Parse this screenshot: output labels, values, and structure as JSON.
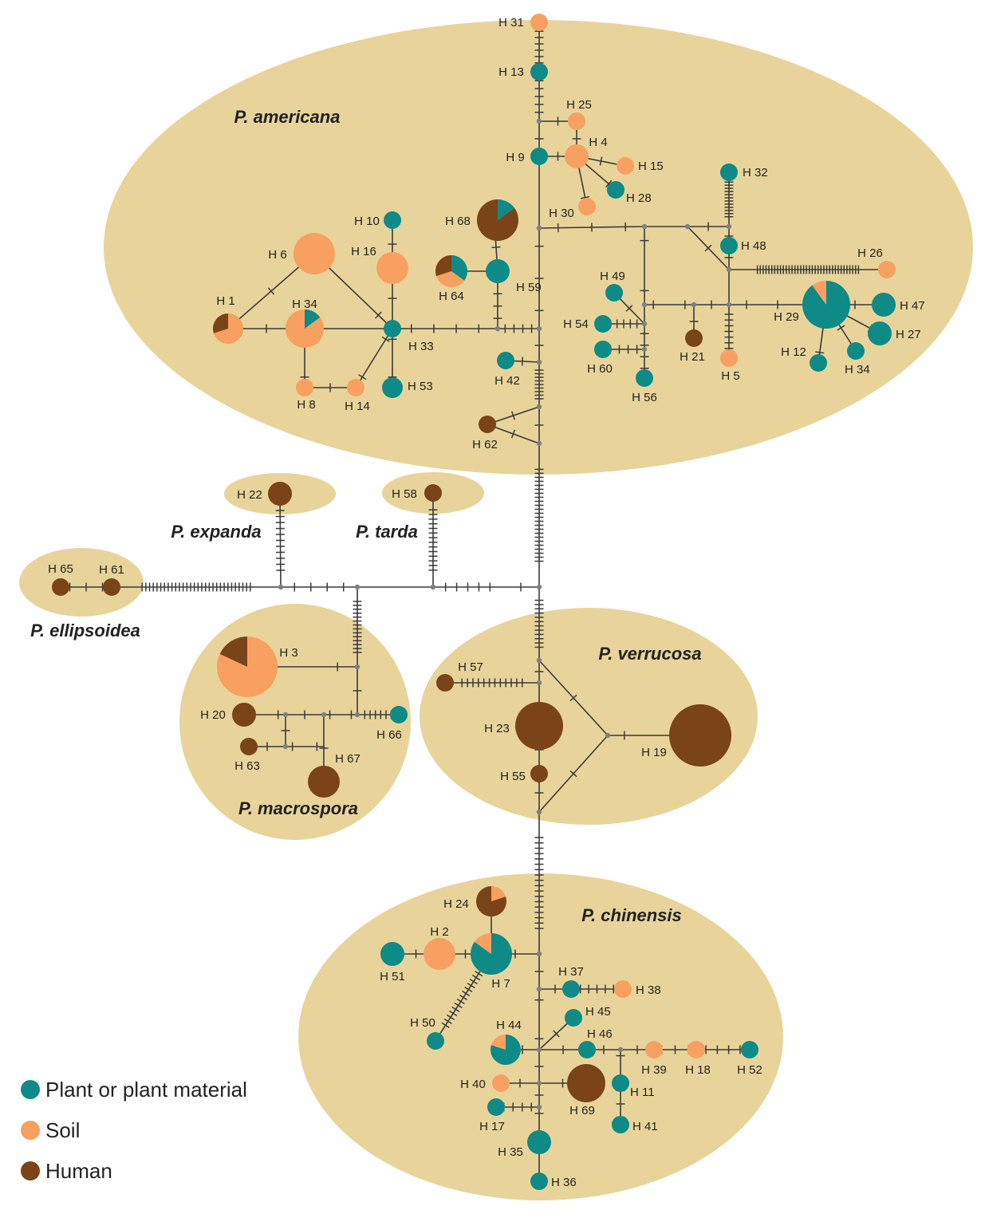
{
  "colors": {
    "plant": "#0e8a87",
    "soil": "#f7a060",
    "human": "#7a4318",
    "region": "#e8d49a",
    "line": "#3a3a3a",
    "node": "#808080"
  },
  "legend": [
    {
      "key": "plant",
      "label": "Plant or plant material"
    },
    {
      "key": "soil",
      "label": "Soil"
    },
    {
      "key": "human",
      "label": "Human"
    }
  ],
  "species": [
    {
      "id": "americana",
      "label": "P. americana"
    },
    {
      "id": "expanda",
      "label": "P. expanda"
    },
    {
      "id": "tarda",
      "label": "P. tarda"
    },
    {
      "id": "ellipsoidea",
      "label": "P. ellipsoidea"
    },
    {
      "id": "macrospora",
      "label": "P. macrospora"
    },
    {
      "id": "verrucosa",
      "label": "P. verrucosa"
    },
    {
      "id": "chinensis",
      "label": "P. chinensis"
    }
  ],
  "haplotypes": [
    {
      "id": "H 31",
      "comp": {
        "soil": 1
      }
    },
    {
      "id": "H 13",
      "comp": {
        "plant": 1
      }
    },
    {
      "id": "H 25",
      "comp": {
        "soil": 1
      }
    },
    {
      "id": "H 9",
      "comp": {
        "plant": 1
      }
    },
    {
      "id": "H 4",
      "comp": {
        "soil": 1
      }
    },
    {
      "id": "H 15",
      "comp": {
        "soil": 1
      }
    },
    {
      "id": "H 28",
      "comp": {
        "plant": 1
      }
    },
    {
      "id": "H 30",
      "comp": {
        "soil": 1
      }
    },
    {
      "id": "H 32",
      "comp": {
        "plant": 1
      }
    },
    {
      "id": "H 48",
      "comp": {
        "plant": 1
      }
    },
    {
      "id": "H 26",
      "comp": {
        "soil": 1
      }
    },
    {
      "id": "H 10",
      "comp": {
        "plant": 1
      }
    },
    {
      "id": "H 68",
      "comp": {
        "human": 0.85,
        "plant": 0.15
      }
    },
    {
      "id": "H 6",
      "comp": {
        "soil": 1
      }
    },
    {
      "id": "H 16",
      "comp": {
        "soil": 1
      }
    },
    {
      "id": "H 64",
      "comp": {
        "human": 0.3,
        "soil": 0.35,
        "plant": 0.35
      }
    },
    {
      "id": "H 59",
      "comp": {
        "plant": 1
      }
    },
    {
      "id": "H 1",
      "comp": {
        "soil": 0.7,
        "human": 0.3
      }
    },
    {
      "id": "H 34",
      "comp": {
        "soil": 0.85,
        "plant": 0.15
      }
    },
    {
      "id": "H 33",
      "comp": {
        "plant": 1
      }
    },
    {
      "id": "H 49",
      "comp": {
        "plant": 1
      }
    },
    {
      "id": "H 54",
      "comp": {
        "plant": 1
      }
    },
    {
      "id": "H 60",
      "comp": {
        "plant": 1
      }
    },
    {
      "id": "H 56",
      "comp": {
        "plant": 1
      }
    },
    {
      "id": "H 21",
      "comp": {
        "human": 1
      }
    },
    {
      "id": "H 5",
      "comp": {
        "soil": 1
      }
    },
    {
      "id": "H 29",
      "comp": {
        "plant": 0.9,
        "soil": 0.1
      }
    },
    {
      "id": "H 47",
      "comp": {
        "plant": 1
      }
    },
    {
      "id": "H 27",
      "comp": {
        "plant": 1
      }
    },
    {
      "id": "H 12",
      "comp": {
        "plant": 1
      }
    },
    {
      "id": "H 34",
      "comp": {
        "plant": 1
      }
    },
    {
      "id": "H 42",
      "comp": {
        "plant": 1
      }
    },
    {
      "id": "H 8",
      "comp": {
        "soil": 1
      }
    },
    {
      "id": "H 14",
      "comp": {
        "soil": 1
      }
    },
    {
      "id": "H 53",
      "comp": {
        "plant": 1
      }
    },
    {
      "id": "H 62",
      "comp": {
        "human": 1
      }
    },
    {
      "id": "H 22",
      "comp": {
        "human": 1
      }
    },
    {
      "id": "H 58",
      "comp": {
        "human": 1
      }
    },
    {
      "id": "H 65",
      "comp": {
        "human": 1
      }
    },
    {
      "id": "H 61",
      "comp": {
        "human": 1
      }
    },
    {
      "id": "H 3",
      "comp": {
        "soil": 0.82,
        "human": 0.18
      }
    },
    {
      "id": "H 20",
      "comp": {
        "human": 1
      }
    },
    {
      "id": "H 66",
      "comp": {
        "plant": 1
      }
    },
    {
      "id": "H 63",
      "comp": {
        "human": 1
      }
    },
    {
      "id": "H 67",
      "comp": {
        "human": 1
      }
    },
    {
      "id": "H 57",
      "comp": {
        "human": 1
      }
    },
    {
      "id": "H 23",
      "comp": {
        "human": 1
      }
    },
    {
      "id": "H 55",
      "comp": {
        "human": 1
      }
    },
    {
      "id": "H 19",
      "comp": {
        "human": 1
      }
    },
    {
      "id": "H 24",
      "comp": {
        "human": 0.8,
        "soil": 0.2
      }
    },
    {
      "id": "H 2",
      "comp": {
        "soil": 1
      }
    },
    {
      "id": "H 51",
      "comp": {
        "plant": 1
      }
    },
    {
      "id": "H 7",
      "comp": {
        "plant": 0.85,
        "soil": 0.15
      }
    },
    {
      "id": "H 37",
      "comp": {
        "plant": 1
      }
    },
    {
      "id": "H 38",
      "comp": {
        "soil": 1
      }
    },
    {
      "id": "H 50",
      "comp": {
        "plant": 1
      }
    },
    {
      "id": "H 45",
      "comp": {
        "plant": 1
      }
    },
    {
      "id": "H 44",
      "comp": {
        "plant": 0.8,
        "soil": 0.2
      }
    },
    {
      "id": "H 46",
      "comp": {
        "plant": 1
      }
    },
    {
      "id": "H 39",
      "comp": {
        "soil": 1
      }
    },
    {
      "id": "H 18",
      "comp": {
        "soil": 1
      }
    },
    {
      "id": "H 52",
      "comp": {
        "plant": 1
      }
    },
    {
      "id": "H 40",
      "comp": {
        "soil": 1
      }
    },
    {
      "id": "H 69",
      "comp": {
        "human": 1
      }
    },
    {
      "id": "H 11",
      "comp": {
        "plant": 1
      }
    },
    {
      "id": "H 41",
      "comp": {
        "plant": 1
      }
    },
    {
      "id": "H 17",
      "comp": {
        "plant": 1
      }
    },
    {
      "id": "H 35",
      "comp": {
        "plant": 1
      }
    },
    {
      "id": "H 36",
      "comp": {
        "plant": 1
      }
    }
  ]
}
